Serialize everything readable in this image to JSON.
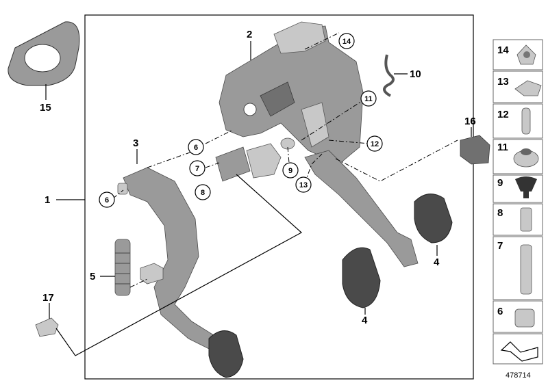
{
  "diagram": {
    "reference_number": "478714",
    "callouts": {
      "c1": "1",
      "c2": "2",
      "c3": "3",
      "c4a": "4",
      "c4b": "4",
      "c5": "5",
      "c6a": "6",
      "c6b": "6",
      "c7": "7",
      "c8": "8",
      "c9": "9",
      "c10": "10",
      "c11": "11",
      "c12": "12",
      "c13": "13",
      "c14": "14",
      "c15": "15",
      "c16": "16",
      "c17": "17"
    },
    "sidebar_items": [
      "14",
      "13",
      "12",
      "11",
      "9",
      "8",
      "7",
      "6"
    ]
  },
  "colors": {
    "part": "#8a8a8a",
    "pad": "#4a4a4a",
    "line": "#000000",
    "frame": "#000000"
  }
}
